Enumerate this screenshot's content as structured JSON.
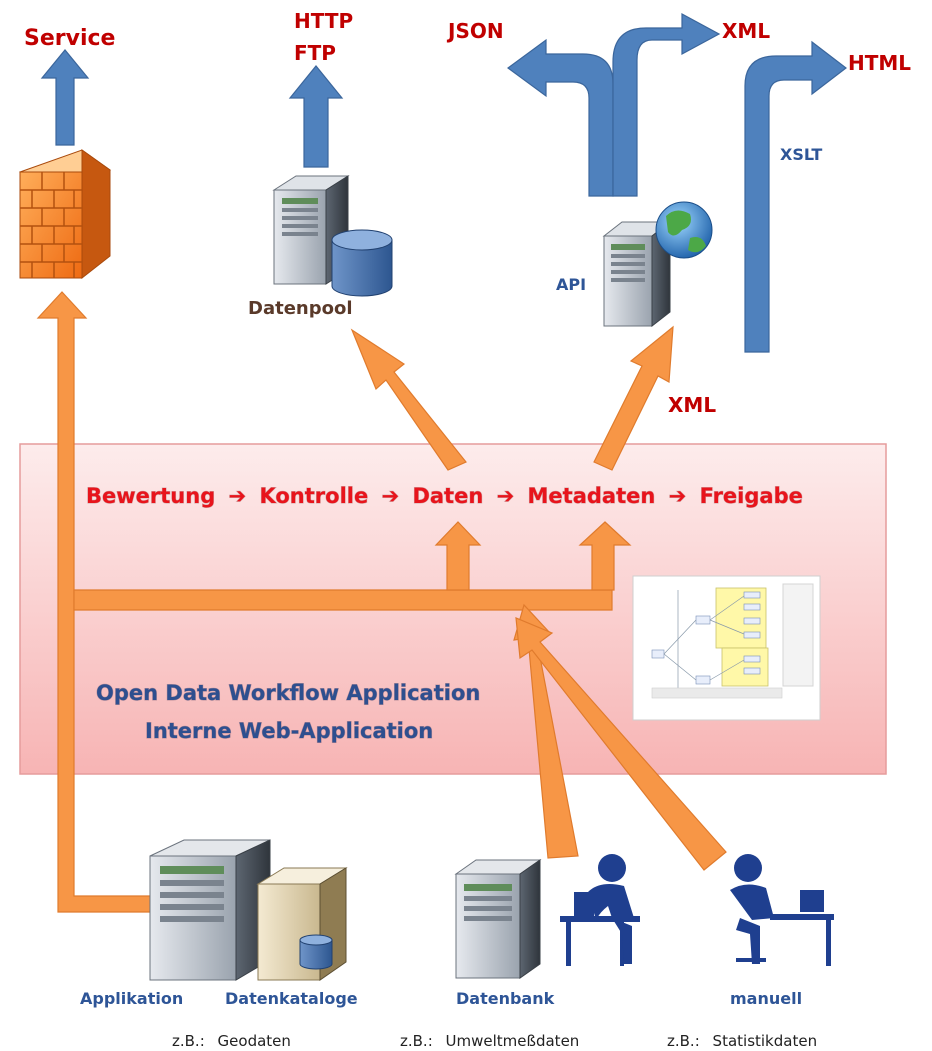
{
  "outputs": {
    "service": "Service",
    "http": "HTTP",
    "ftp": "FTP",
    "json": "JSON",
    "xml_top": "XML",
    "html": "HTML",
    "xslt": "XSLT",
    "xml_mid": "XML"
  },
  "nodes": {
    "datenpool": "Datenpool",
    "api": "API"
  },
  "workflow": {
    "steps": [
      "Bewertung",
      "Kontrolle",
      "Daten",
      "Metadaten",
      "Freigabe"
    ],
    "arrow_glyph": "➔",
    "app_title": "Open Data Workflow Application",
    "app_subtitle": "Interne Web-Application"
  },
  "sources": {
    "applikation": "Applikation",
    "datenkataloge": "Datenkataloge",
    "datenbank": "Datenbank",
    "manuell": "manuell"
  },
  "examples": {
    "prefix": "z.B.:",
    "geodaten": "Geodaten",
    "umwelt": "Umweltmeßdaten",
    "statistik": "Statistikdaten"
  },
  "colors": {
    "orange_arrow": "#f79646",
    "blue_arrow": "#4f81bd",
    "panel_top": "#fde9e9",
    "panel_bottom": "#f9b9b9",
    "label_red": "#c00000",
    "label_blue": "#2e5597"
  }
}
